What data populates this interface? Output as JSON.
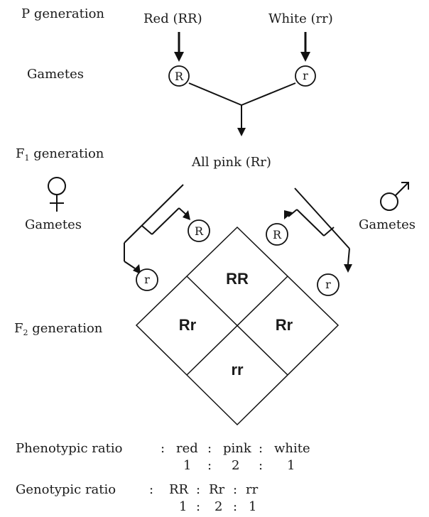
{
  "labels": {
    "p_generation": "P generation",
    "gametes_left_top": "Gametes",
    "f1_generation": "F",
    "f1_subscript": "1",
    "f1_suffix": " generation",
    "gametes_female": "Gametes",
    "gametes_male": "Gametes",
    "f2_generation": "F",
    "f2_subscript": "2",
    "f2_suffix": " generation"
  },
  "parents": {
    "red": "Red (RR)",
    "white": "White (rr)"
  },
  "gametes_p": {
    "left": "R",
    "right": "r"
  },
  "f1": {
    "result": "All pink (Rr)"
  },
  "symbols": {
    "female": "female-symbol",
    "male": "male-symbol"
  },
  "f1_gametes": {
    "female_R": "R",
    "female_r": "r",
    "male_R": "R",
    "male_r": "r"
  },
  "punnett": {
    "top": "RR",
    "left": "Rr",
    "right": "Rr",
    "bottom": "rr"
  },
  "ratios": {
    "phenotypic_label": "Phenotypic ratio",
    "phenotypic_colon": ":",
    "phenotypic_terms": [
      "red",
      "pink",
      "white"
    ],
    "phenotypic_values": [
      "1",
      "2",
      "1"
    ],
    "genotypic_label": "Genotypic ratio",
    "genotypic_colon": ":",
    "genotypic_terms": [
      "RR",
      "Rr",
      "rr"
    ],
    "genotypic_values": [
      "1",
      "2",
      "1"
    ],
    "separator": ":"
  }
}
